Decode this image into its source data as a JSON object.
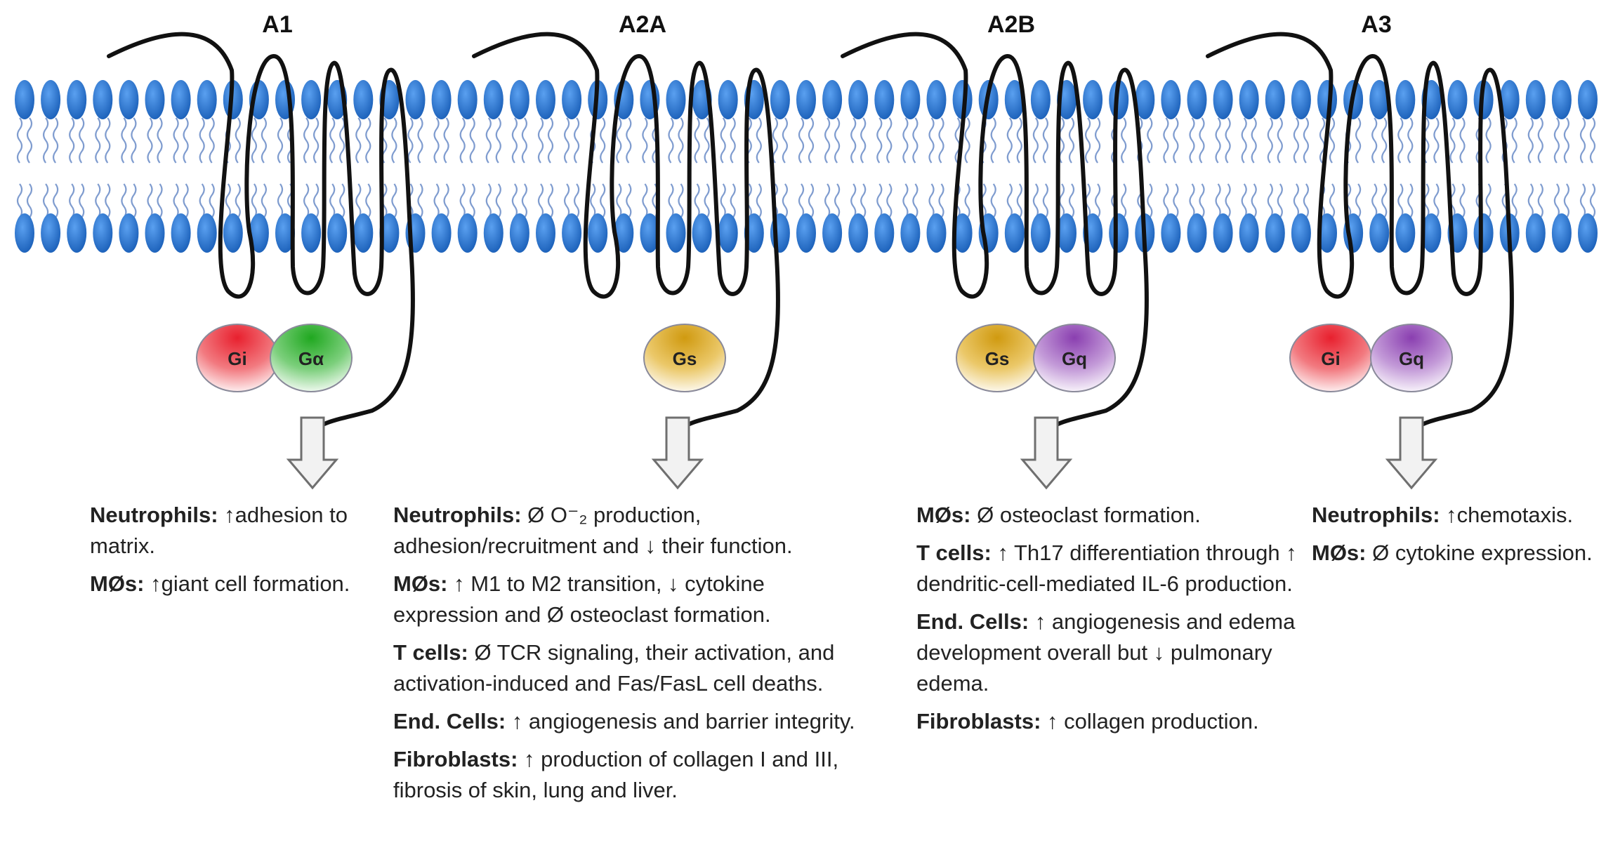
{
  "receptors": [
    {
      "label": "A1",
      "proteins": [
        "Gi",
        "Gα"
      ],
      "effects": [
        {
          "cell": "Neutrophils:",
          "text": " ↑adhesion to matrix."
        },
        {
          "cell": "MØs:",
          "text": " ↑giant cell formation."
        }
      ]
    },
    {
      "label": "A2A",
      "proteins": [
        "Gs"
      ],
      "effects": [
        {
          "cell": "Neutrophils:",
          "text": " Ø O⁻₂ production, adhesion/recruitment and ↓ their function."
        },
        {
          "cell": "MØs:",
          "text": " ↑ M1 to M2 transition, ↓ cytokine expression and Ø  osteoclast formation."
        },
        {
          "cell": "T cells:",
          "text": " Ø TCR signaling, their activation, and activation-induced and Fas/FasL cell deaths."
        },
        {
          "cell": "End. Cells:",
          "text": " ↑ angiogenesis and barrier integrity."
        },
        {
          "cell": "Fibroblasts:",
          "text": " ↑ production of collagen I and III, fibrosis of skin, lung and liver."
        }
      ]
    },
    {
      "label": "A2B",
      "proteins": [
        "Gs",
        "Gq"
      ],
      "effects": [
        {
          "cell": "MØs:",
          "text": " Ø osteoclast formation."
        },
        {
          "cell": "T cells:",
          "text": " ↑ Th17 differentiation through ↑ dendritic-cell-mediated IL-6 production."
        },
        {
          "cell": "End. Cells:",
          "text": " ↑ angiogenesis and edema development overall but ↓ pulmonary edema."
        },
        {
          "cell": "Fibroblasts:",
          "text": " ↑ collagen production."
        }
      ]
    },
    {
      "label": "A3",
      "proteins": [
        "Gi",
        "Gq"
      ],
      "effects": [
        {
          "cell": "Neutrophils:",
          "text": " ↑chemotaxis."
        },
        {
          "cell": "MØs:",
          "text": " Ø cytokine expression."
        }
      ]
    }
  ],
  "colors": {
    "membrane_head": "#1f6fd0",
    "lipid_tail": "#7f9ccf",
    "Gi": "#e8202e",
    "Galpha": "#28b028",
    "Gs": "#d8a417",
    "Gq": "#8a3fb0"
  }
}
